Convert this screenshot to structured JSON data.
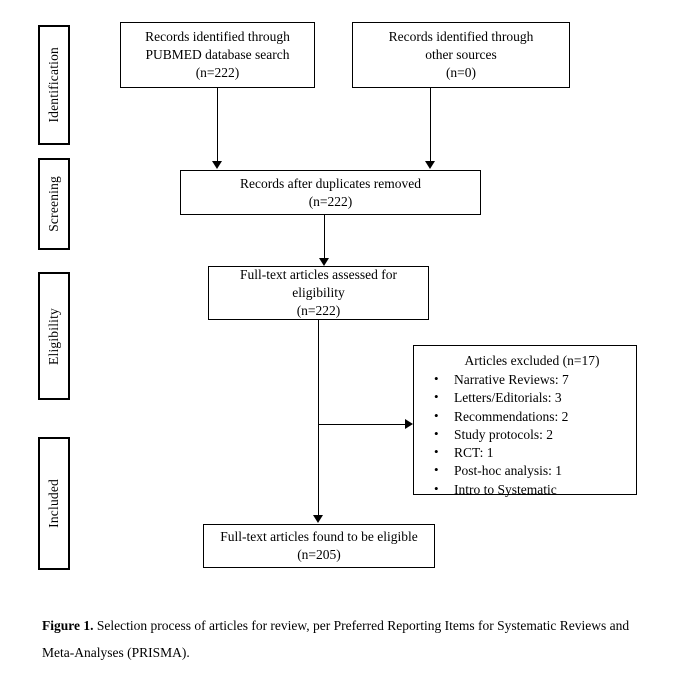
{
  "figure": {
    "type": "prisma-flow-diagram",
    "caption_label": "Figure 1.",
    "caption_text": " Selection process of articles for review, per Preferred Reporting Items for Systematic Reviews and Meta-Analyses (PRISMA)."
  },
  "stages": [
    {
      "label": "Identification"
    },
    {
      "label": "Screening"
    },
    {
      "label": "Eligibility"
    },
    {
      "label": "Included"
    }
  ],
  "boxes": {
    "identified_database": {
      "line1": "Records identified through",
      "line2": "PUBMED database search",
      "line3": "(n=222)",
      "count": 222
    },
    "identified_other": {
      "line1": "Records identified through",
      "line2": "other sources",
      "line3": "(n=0)",
      "count": 0
    },
    "after_duplicates": {
      "line1": "Records after duplicates removed",
      "line2": "(n=222)",
      "count": 222
    },
    "full_text_assessed": {
      "line1": "Full-text articles assessed for",
      "line2": "eligibility",
      "line3": "(n=222)",
      "count": 222
    },
    "eligible": {
      "line1": "Full-text articles found to be eligible",
      "line2": "(n=205)",
      "count": 205
    }
  },
  "excluded": {
    "title": "Articles excluded (n=17)",
    "total": 17,
    "reasons": [
      {
        "label": "Narrative Reviews:  7",
        "name": "Narrative Reviews",
        "count": 7
      },
      {
        "label": "Letters/Editorials:  3",
        "name": "Letters/Editorials",
        "count": 3
      },
      {
        "label": "Recommendations:  2",
        "name": "Recommendations",
        "count": 2
      },
      {
        "label": "Study protocols:  2",
        "name": "Study protocols",
        "count": 2
      },
      {
        "label": "RCT:  1",
        "name": "RCT",
        "count": 1
      },
      {
        "label": "Post-hoc analysis:  1",
        "name": "Post-hoc analysis",
        "count": 1
      },
      {
        "label": "Intro to Systematic",
        "name": "Intro to Systematic",
        "count": null
      }
    ]
  },
  "colors": {
    "background": "#ffffff",
    "line": "#000000",
    "text": "#000000"
  }
}
